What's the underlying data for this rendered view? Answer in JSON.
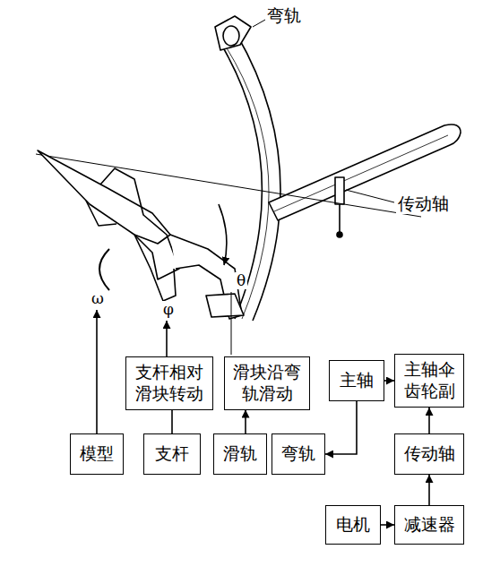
{
  "diagram": {
    "nodes": [
      {
        "text": [
          "支杆相对 滑块转动"
        ]
      },
      {
        "text": [
          "滑块沿弯 轨滑动"
        ]
      },
      {
        "text": [
          "主轴"
        ]
      },
      {
        "text": [
          "主轴伞 齿轮副"
        ]
      },
      {
        "text": [
          "模型"
        ]
      },
      {
        "text": [
          "支杆"
        ]
      },
      {
        "text": [
          "滑轨"
        ]
      },
      {
        "text": [
          "弯轨"
        ]
      },
      {
        "text": [
          "传动轴"
        ]
      },
      {
        "text": [
          "电机"
        ]
      },
      {
        "text": [
          "减速器"
        ]
      }
    ],
    "edges": [
      {
        "from": 5,
        "to": 0,
        "arrow": "none"
      },
      {
        "from": 6,
        "to": 1,
        "arrow": "to"
      },
      {
        "from": 2,
        "to": 7,
        "arrow": "to"
      },
      {
        "from": 2,
        "to": 3,
        "arrow": "to"
      },
      {
        "from": 8,
        "to": 3,
        "arrow": "to"
      },
      {
        "from": 10,
        "to": 8,
        "arrow": "to"
      },
      {
        "from": 9,
        "to": 10,
        "arrow": "to"
      }
    ],
    "labels": [
      "弯轨",
      "传动轴",
      "ω",
      "φ",
      "θ"
    ]
  }
}
